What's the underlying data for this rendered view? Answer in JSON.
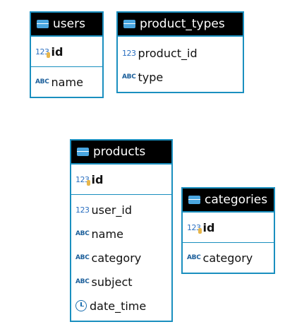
{
  "tables": {
    "users": {
      "title": "users",
      "pk": {
        "name": "id",
        "type_icon": "key-number-icon"
      },
      "columns": [
        {
          "name": "name",
          "type_icon": "text-type-icon"
        }
      ]
    },
    "product_types": {
      "title": "product_types",
      "columns": [
        {
          "name": "product_id",
          "type_icon": "number-type-icon"
        },
        {
          "name": "type",
          "type_icon": "text-type-icon"
        }
      ]
    },
    "products": {
      "title": "products",
      "pk": {
        "name": "id",
        "type_icon": "key-number-icon"
      },
      "columns": [
        {
          "name": "user_id",
          "type_icon": "number-type-icon"
        },
        {
          "name": "name",
          "type_icon": "text-type-icon"
        },
        {
          "name": "category",
          "type_icon": "text-type-icon"
        },
        {
          "name": "subject",
          "type_icon": "text-type-icon"
        },
        {
          "name": "date_time",
          "type_icon": "datetime-type-icon"
        }
      ]
    },
    "categories": {
      "title": "categories",
      "pk": {
        "name": "id",
        "type_icon": "key-number-icon"
      },
      "columns": [
        {
          "name": "category",
          "type_icon": "text-type-icon"
        }
      ]
    }
  },
  "icon_glyphs": {
    "number": "123",
    "text": "ABC"
  },
  "colors": {
    "border": "#1a8fbf",
    "header_bg": "#000000",
    "header_text": "#ffffff",
    "table_icon": "#4aa6e0"
  }
}
